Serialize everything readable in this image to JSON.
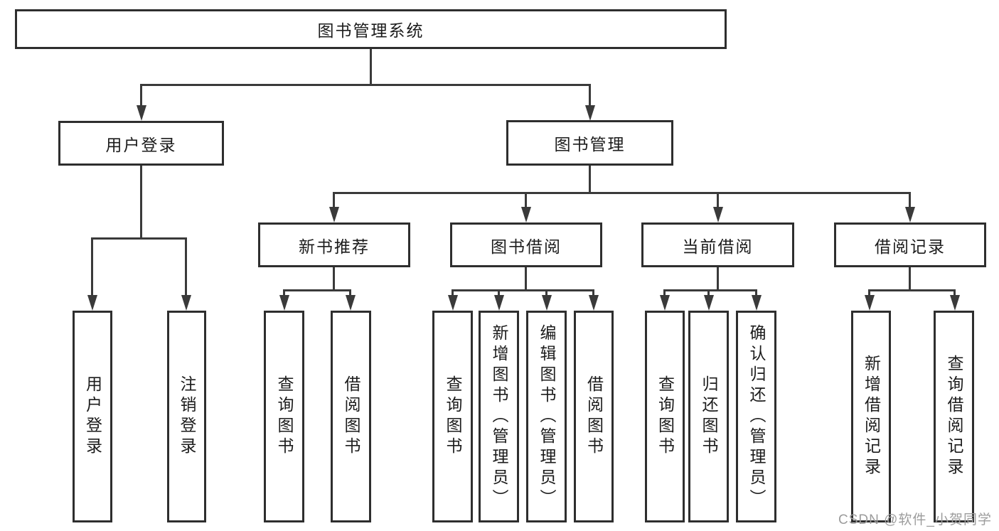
{
  "tree": {
    "label": "图书管理系统",
    "children": [
      {
        "label": "用户登录",
        "children": [
          {
            "label": "用户登录"
          },
          {
            "label": "注销登录"
          }
        ]
      },
      {
        "label": "图书管理",
        "children": [
          {
            "label": "新书推荐",
            "children": [
              {
                "label": "查询图书"
              },
              {
                "label": "借阅图书"
              }
            ]
          },
          {
            "label": "图书借阅",
            "children": [
              {
                "label": "查询图书"
              },
              {
                "label": "新增图书（管理员）"
              },
              {
                "label": "编辑图书（管理员）"
              },
              {
                "label": "借阅图书"
              }
            ]
          },
          {
            "label": "当前借阅",
            "children": [
              {
                "label": "查询图书"
              },
              {
                "label": "归还图书"
              },
              {
                "label": "确认归还（管理员）"
              }
            ]
          },
          {
            "label": "借阅记录",
            "children": [
              {
                "label": "新增借阅记录"
              },
              {
                "label": "查询借阅记录"
              }
            ]
          }
        ]
      }
    ]
  },
  "watermark": {
    "text": "CSDN @软件_小贺同学"
  },
  "colors": {
    "background": "#ffffff",
    "box_border": "#2e2e2e",
    "line": "#3a3a3a",
    "text": "#1c1c1c",
    "watermark": "#9c9c9c"
  }
}
